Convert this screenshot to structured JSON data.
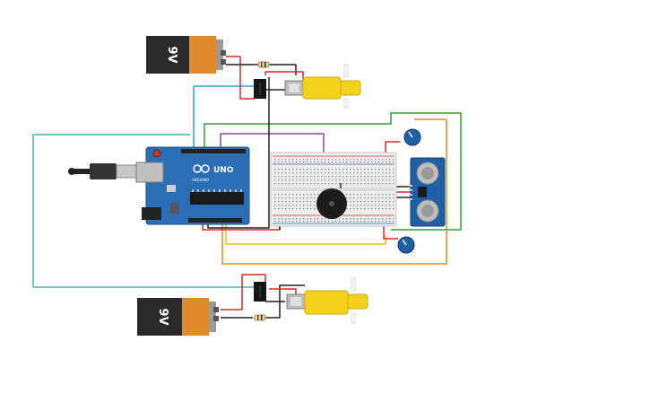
{
  "battery_top": {
    "label": "9V"
  },
  "battery_bottom": {
    "label": "9V"
  },
  "arduino": {
    "brand": "UNO",
    "subtitle": "ARDUINO"
  },
  "colors": {
    "wire_red": "#d32f2f",
    "wire_black": "#222222",
    "wire_green": "#2e9d3a",
    "wire_teal": "#4fb3a6",
    "wire_blue": "#2a9fd6",
    "wire_purple": "#8e44ad",
    "wire_orange": "#e88a1a",
    "wire_yellow": "#e0c21a",
    "arduino_blue": "#2a6fb6",
    "battery_orange": "#e08a2e",
    "motor_yellow": "#f2d21b",
    "sensor_blue": "#1f5fa8",
    "knob_blue": "#1e5fa8"
  },
  "icons": [
    "arduino-board",
    "breadboard",
    "battery",
    "dc-motor",
    "relay",
    "resistor",
    "piezo-buzzer",
    "ultrasonic-sensor",
    "potentiometer",
    "usb-cable"
  ]
}
